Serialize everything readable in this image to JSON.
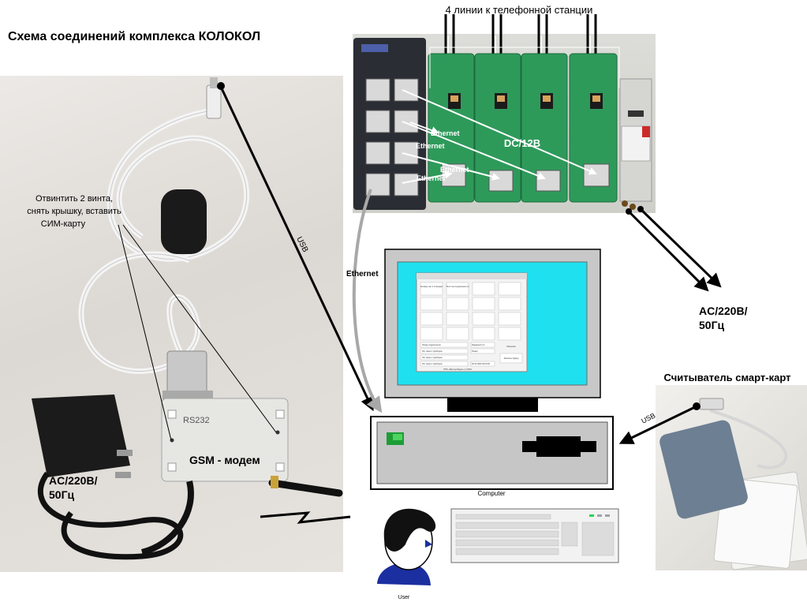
{
  "title": "Схема соединений комплекса КОЛОКОЛ",
  "labels": {
    "phone_lines": "4 линии к телефонной станции",
    "dc": "DC/12B",
    "ethernet": "Ethernet",
    "ethernet_main": "Ethernet",
    "usb": "USB",
    "usb_reader": "USB",
    "ac_top_1": "AC/220B/",
    "ac_top_2": "50Гц",
    "ac_left_1": "AC/220B/",
    "ac_left_2": "50Гц",
    "rs232": "RS232",
    "gsm_modem": "GSM - модем",
    "sim_1": "Отвинтить 2 винта,",
    "sim_2": "снять крышку, вставить",
    "sim_3": "СИМ-карту",
    "smart_reader": "Считыватель смарт-карт",
    "computer": "Computer",
    "user": "User"
  },
  "colors": {
    "module_green": "#2e9a5a",
    "switch_dark": "#2a2d33",
    "screen_cyan": "#1fe0ee",
    "ethernet_gray": "#a8a8a8",
    "arrow_black": "#000000"
  },
  "screen_app": {
    "buttons": [
      "Номер на 1 станции",
      "Тест на подлинность"
    ],
    "status_rows": [
      "Номер подключения",
      "Нет связи с прибором",
      "Нет связи с прибором",
      "Нет связи с прибором"
    ],
    "right_fields": [
      "Заданный тип",
      "Номер",
      "00 00 0000 00:00:00"
    ],
    "side_button": "Рассылка",
    "bottom_button": "Записать буфер",
    "footer": "НПО «Мастер-Радио» (c) 2019"
  }
}
